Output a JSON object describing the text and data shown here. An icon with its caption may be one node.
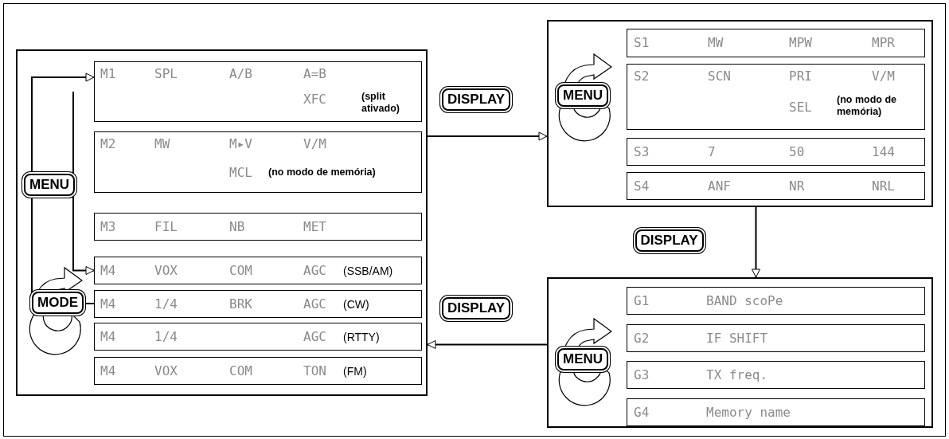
{
  "diagram": {
    "nodes": [
      {
        "text": [],
        "shape": "box"
      },
      {
        "text": [
          "M1",
          "SPL",
          "A/B",
          "A=B",
          "XFC",
          "(split ativado)"
        ],
        "in": 0
      },
      {
        "text": [
          "M2",
          "MW",
          "M▸V",
          "V/M",
          "MCL",
          "(no modo de memória)"
        ],
        "in": 0
      },
      {
        "text": [
          "M3",
          "FIL",
          "NB",
          "MET"
        ],
        "in": 0
      },
      {
        "text": [
          "M4",
          "VOX",
          "COM",
          "AGC",
          "(SSB/AM)"
        ],
        "in": 0
      },
      {
        "text": [
          "M4",
          "1/4",
          "BRK",
          "AGC",
          "(CW)"
        ],
        "in": 0
      },
      {
        "text": [
          "M4",
          "1/4",
          "AGC",
          "(RTTY)"
        ],
        "in": 0
      },
      {
        "text": [
          "M4",
          "VOX",
          "COM",
          "TON",
          "(FM)"
        ],
        "in": 0
      },
      {
        "text": [],
        "shape": "box"
      },
      {
        "text": [
          "S1",
          "MW",
          "MPW",
          "MPR"
        ],
        "in": 8
      },
      {
        "text": [
          "S2",
          "SCN",
          "PRI",
          "V/M",
          "SEL",
          "(no modo de memória)"
        ],
        "in": 8
      },
      {
        "text": [
          "S3",
          "7",
          "50",
          "144"
        ],
        "in": 8
      },
      {
        "text": [
          "S4",
          "ANF",
          "NR",
          "NRL"
        ],
        "in": 8
      },
      {
        "text": [],
        "shape": "box"
      },
      {
        "text": [
          "G1",
          "BAND scoPe"
        ],
        "in": 13
      },
      {
        "text": [
          "G2",
          "IF SHIFT"
        ],
        "in": 13
      },
      {
        "text": [
          "G3",
          "TX freq."
        ],
        "in": 13
      },
      {
        "text": [
          "G4",
          "Memory name"
        ],
        "in": 13
      }
    ],
    "edges": [
      {
        "from": 0,
        "to": 8,
        "arrow": "to",
        "label": "DISPLAY"
      },
      {
        "from": 8,
        "to": 13,
        "arrow": "to",
        "label": "DISPLAY"
      },
      {
        "from": 13,
        "to": 0,
        "arrow": "to",
        "label": "DISPLAY"
      },
      {
        "from": 1,
        "to": 4,
        "arrow": "to"
      },
      {
        "from": 5,
        "to": 1,
        "arrow": "to"
      }
    ],
    "labels": [
      "MENU",
      "MODE",
      "MENU",
      "MENU"
    ]
  }
}
